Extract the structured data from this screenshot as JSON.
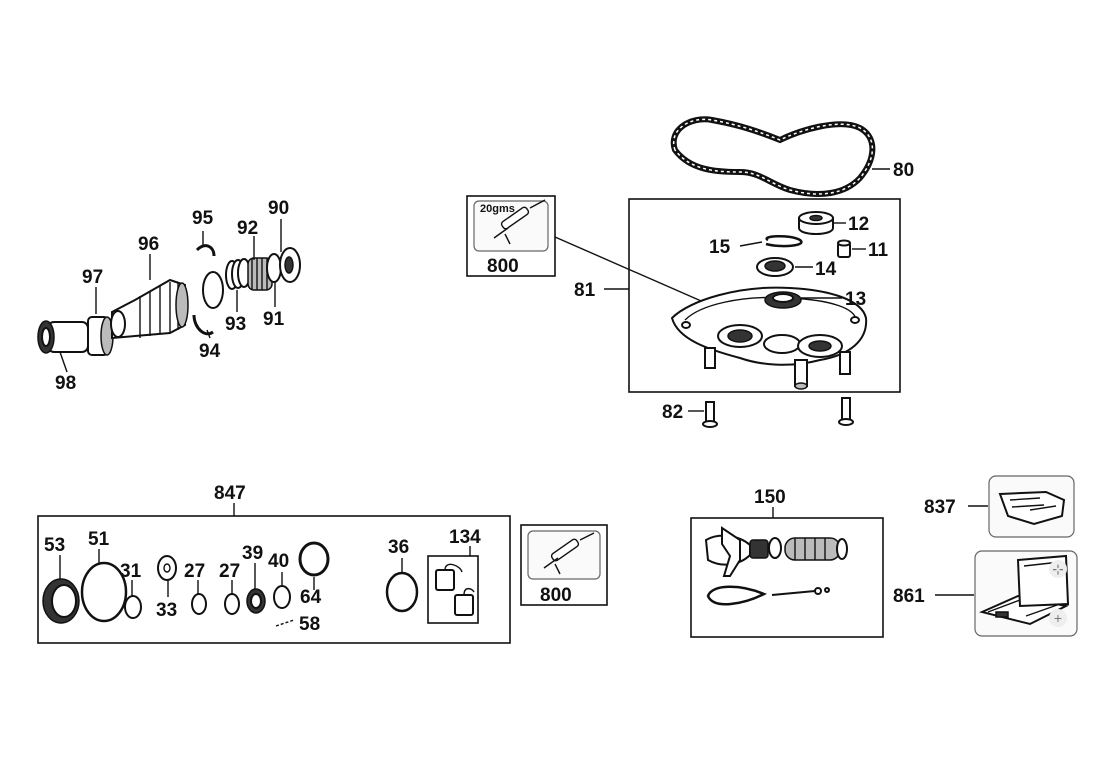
{
  "labels": {
    "p80": "80",
    "p800_top": "800",
    "grease_tag": "20gms",
    "p81": "81",
    "p12": "12",
    "p15": "15",
    "p11": "11",
    "p14": "14",
    "p13": "13",
    "p82": "82",
    "p95": "95",
    "p90": "90",
    "p92": "92",
    "p96": "96",
    "p97": "97",
    "p93": "93",
    "p91": "91",
    "p94": "94",
    "p98": "98",
    "p847": "847",
    "p53": "53",
    "p51": "51",
    "p31": "31",
    "p33": "33",
    "p27a": "27",
    "p27b": "27",
    "p39": "39",
    "p40": "40",
    "p64": "64",
    "p58": "58",
    "p36": "36",
    "p134": "134",
    "p800_bottom": "800",
    "p150": "150",
    "p837": "837",
    "p861": "861"
  },
  "icons": [
    "grease-tube-icon",
    "zoom-in-icon",
    "zoom-out-icon"
  ],
  "colors": {
    "line": "#111111",
    "background": "#ffffff"
  }
}
